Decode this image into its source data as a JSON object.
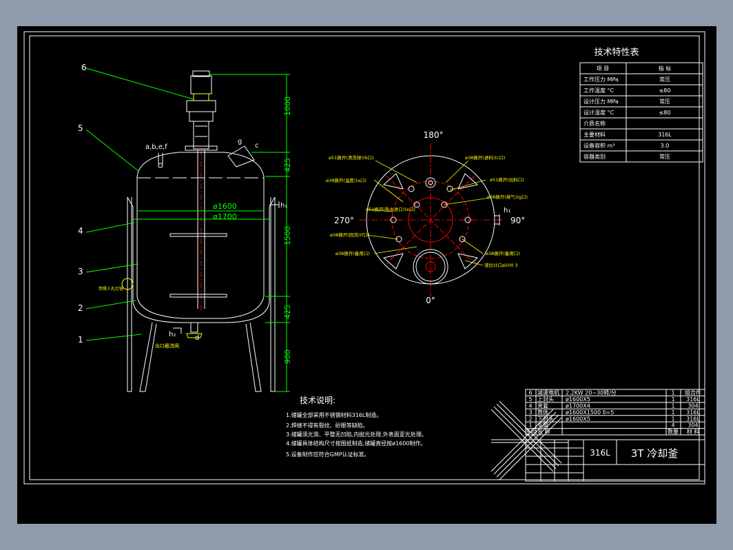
{
  "spec_table": {
    "title": "技术特性表",
    "header": {
      "item": "项 目",
      "value": "指 标"
    },
    "rows": [
      {
        "label": "工作压力 MPa",
        "value": "常压"
      },
      {
        "label": "工作温度 °C",
        "value": "≤80"
      },
      {
        "label": "设计压力 MPa",
        "value": "常压"
      },
      {
        "label": "设计温度 °C",
        "value": "≤80"
      },
      {
        "label": "介质名称",
        "value": ""
      },
      {
        "label": "主要材料",
        "value": "316L"
      },
      {
        "label": "设备容积 m³",
        "value": "3.0"
      },
      {
        "label": "容器类别",
        "value": "常压"
      }
    ]
  },
  "elevation": {
    "item_numbers": [
      "6",
      "5",
      "4",
      "3",
      "2",
      "1"
    ],
    "dims": {
      "d_inner": "ø1600",
      "d_outer": "ø1700",
      "h_top": "1000",
      "h_head": "425",
      "h_body": "1500",
      "h_bottom_head": "425",
      "h_leg": "900"
    },
    "nozzles": {
      "top_left": "a,b,e,f",
      "top_right_g": "g",
      "top_right_c": "c",
      "side_h1": "h₁",
      "bottom_h2": "h₂",
      "bottom_d": "d"
    },
    "side_label": "带照人孔灯镜",
    "outlet_label": "出口截流阀"
  },
  "plan": {
    "angles": {
      "top": "180°",
      "left": "270°",
      "right": "90°",
      "bottom": "0°"
    },
    "h1_label": "h₁",
    "callouts": [
      "ø51换开(清洗球)(b口)",
      "ø38换开(温度)(a口)",
      "ø51换开(热水进口)(e口)",
      "ø38换开(回流)(f口)",
      "ø38换开(备用口)",
      "ø38换开(进料)(c口)",
      "ø51换开(出料口)",
      "ø38换开(排气)(g口)",
      "ø38换开(备用口)",
      "液位计口ø200 3"
    ]
  },
  "notes": {
    "title": "技术说明:",
    "items": [
      "1.储罐全部采用不锈钢材料316L制造。",
      "2.焊缝不得有裂纹、砂眼等缺陷。",
      "3.储罐须光滑、平整无凹陷,内抛光处理,外表面亚光处理。",
      "4.储罐具体结构尺寸按图纸制造,储罐直径按ø1600制作。",
      "5.设备制作应符合GMP认证标准。"
    ]
  },
  "bom": {
    "rows": [
      {
        "no": "6",
        "name": "减速电机",
        "spec": "2.2KW 20~30转/分",
        "qty": "1",
        "mat": "组合件"
      },
      {
        "no": "5",
        "name": "上封头",
        "spec": "ø1600X5",
        "qty": "1",
        "mat": "316L"
      },
      {
        "no": "4",
        "name": "夹套",
        "spec": "ø1700X4",
        "qty": "1",
        "mat": "304"
      },
      {
        "no": "3",
        "name": "筒体",
        "spec": "ø1600X1500 δ=5",
        "qty": "1",
        "mat": "316L"
      },
      {
        "no": "2",
        "name": "下封头",
        "spec": "ø1600X5",
        "qty": "1",
        "mat": "316L"
      },
      {
        "no": "1",
        "name": "支腿",
        "spec": "",
        "qty": "4",
        "mat": "304"
      }
    ],
    "header": {
      "no": "序号",
      "name": "名 称",
      "spec": "",
      "qty": "数量",
      "mat": "材 料"
    }
  },
  "title_block": {
    "material": "316L",
    "name": "3T 冷却釜"
  },
  "colors": {
    "background": "#000000",
    "lines": "#ffffff",
    "dims": "#00ff00",
    "callouts": "#ffff00",
    "centerlines": "#ff0000"
  }
}
